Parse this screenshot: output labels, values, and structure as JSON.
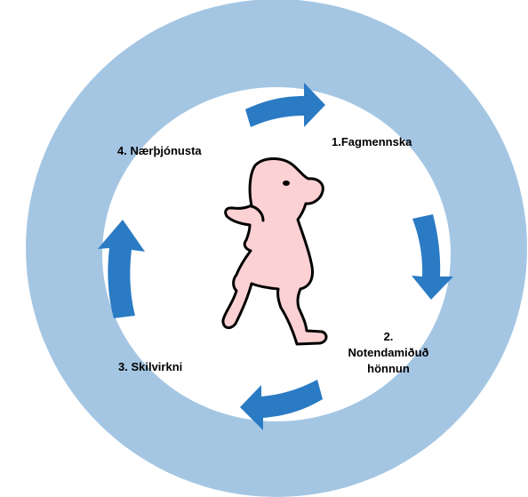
{
  "diagram": {
    "steps": [
      {
        "lines": [
          "1.Fagmennska"
        ]
      },
      {
        "lines": [
          "2.",
          "Notendamiðuð",
          "hönnun"
        ]
      },
      {
        "lines": [
          "3. Skilvirkni"
        ]
      },
      {
        "lines": [
          "4. Nærþjónusta"
        ]
      }
    ],
    "colors": {
      "ring": "#a4c6e3",
      "inner": "#ffffff",
      "arrow": "#2a7bc4",
      "figure_fill": "#fbd1d3",
      "figure_stroke": "#000000"
    }
  }
}
